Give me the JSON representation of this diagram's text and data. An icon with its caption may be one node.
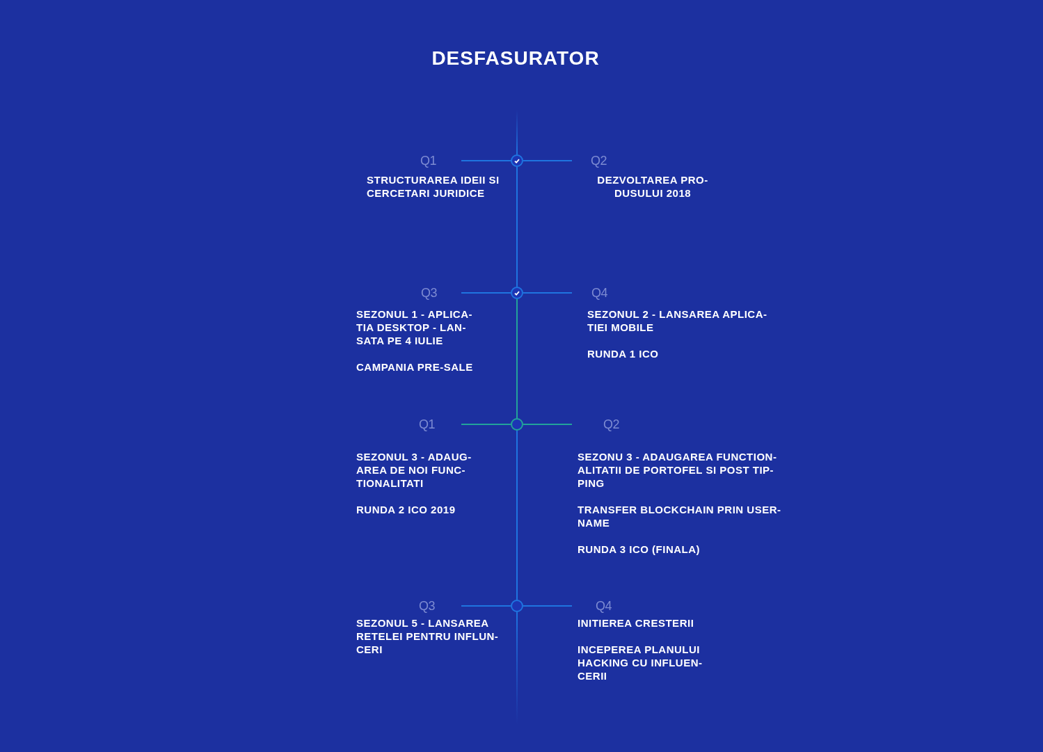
{
  "diagram": {
    "title": "DESFASURATOR",
    "nodes": [
      {
        "text": [],
        "shape": "circle"
      },
      {
        "text": [
          "Q1"
        ],
        "beside": [
          "STRUCTURAREA IDEII SI CERCETARI JURIDICE"
        ]
      },
      {
        "text": [
          "Q2"
        ],
        "beside": [
          "DEZVOLTAREA PRO- DUSULUI 2018"
        ]
      },
      {
        "text": [],
        "shape": "circle"
      },
      {
        "text": [
          "Q3"
        ],
        "beside": [
          "SEZONUL 1 - APLICA- TIA DESKTOP - LAN- SATA PE 4 IULIE",
          "CAMPANIA PRE-SALE"
        ]
      },
      {
        "text": [
          "Q4"
        ],
        "beside": [
          "SEZONUL 2 - LANSAREA APLICA- TIEI MOBILE",
          "RUNDA 1 ICO"
        ]
      },
      {
        "text": [],
        "shape": "circle"
      },
      {
        "text": [
          "Q1"
        ],
        "beside": [
          "SEZONUL 3 - ADAUG- AREA DE NOI FUNC- TIONALITATI",
          "RUNDA 2 ICO 2019"
        ]
      },
      {
        "text": [
          "Q2"
        ],
        "beside": [
          "SEZONU 3 - ADAUGAREA FUNCTION- ALITATII DE PORTOFEL SI POST TIP- PING",
          "TRANSFER BLOCKCHAIN PRIN USER- NAME",
          "RUNDA 3 ICO (FINALA)"
        ]
      },
      {
        "text": [],
        "shape": "circle"
      },
      {
        "text": [
          "Q3"
        ],
        "beside": [
          "SEZONUL 5 - LANSAREA RETELEI PENTRU INFLUN- CERI"
        ]
      },
      {
        "text": [
          "Q4"
        ],
        "beside": [
          "INITIEREA CRESTERII",
          "INCEPEREA PLANULUI HACKING CU INFLUEN- CERII"
        ]
      }
    ],
    "edges": [
      {
        "from": 0,
        "to": 3,
        "arrow": "none"
      },
      {
        "from": 3,
        "to": 6,
        "arrow": "none",
        "color": "#22a39a"
      },
      {
        "from": 6,
        "to": 9,
        "arrow": "none"
      },
      {
        "from": 0,
        "to": 1,
        "arrow": "none"
      },
      {
        "from": 0,
        "to": 2,
        "arrow": "none"
      },
      {
        "from": 3,
        "to": 4,
        "arrow": "none"
      },
      {
        "from": 3,
        "to": 5,
        "arrow": "none"
      },
      {
        "from": 6,
        "to": 7,
        "arrow": "none",
        "color": "#22a39a"
      },
      {
        "from": 6,
        "to": 8,
        "arrow": "none",
        "color": "#22a39a"
      },
      {
        "from": 9,
        "to": 10,
        "arrow": "none"
      },
      {
        "from": 9,
        "to": 11,
        "arrow": "none"
      }
    ]
  }
}
